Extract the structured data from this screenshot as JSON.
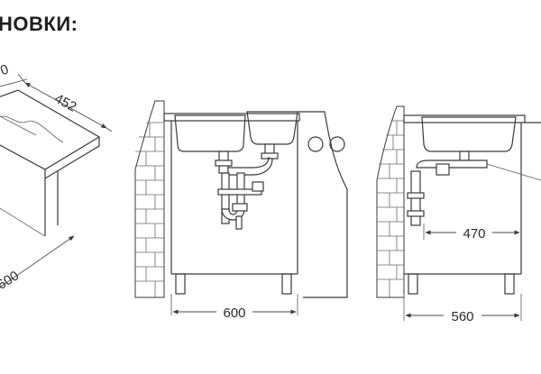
{
  "heading": "НОВКИ:",
  "labels": {
    "perspective_partial": "0",
    "perspective_depth": "452",
    "perspective_width": "600",
    "front_width": "600",
    "side_width": "560",
    "side_depth": "470"
  }
}
